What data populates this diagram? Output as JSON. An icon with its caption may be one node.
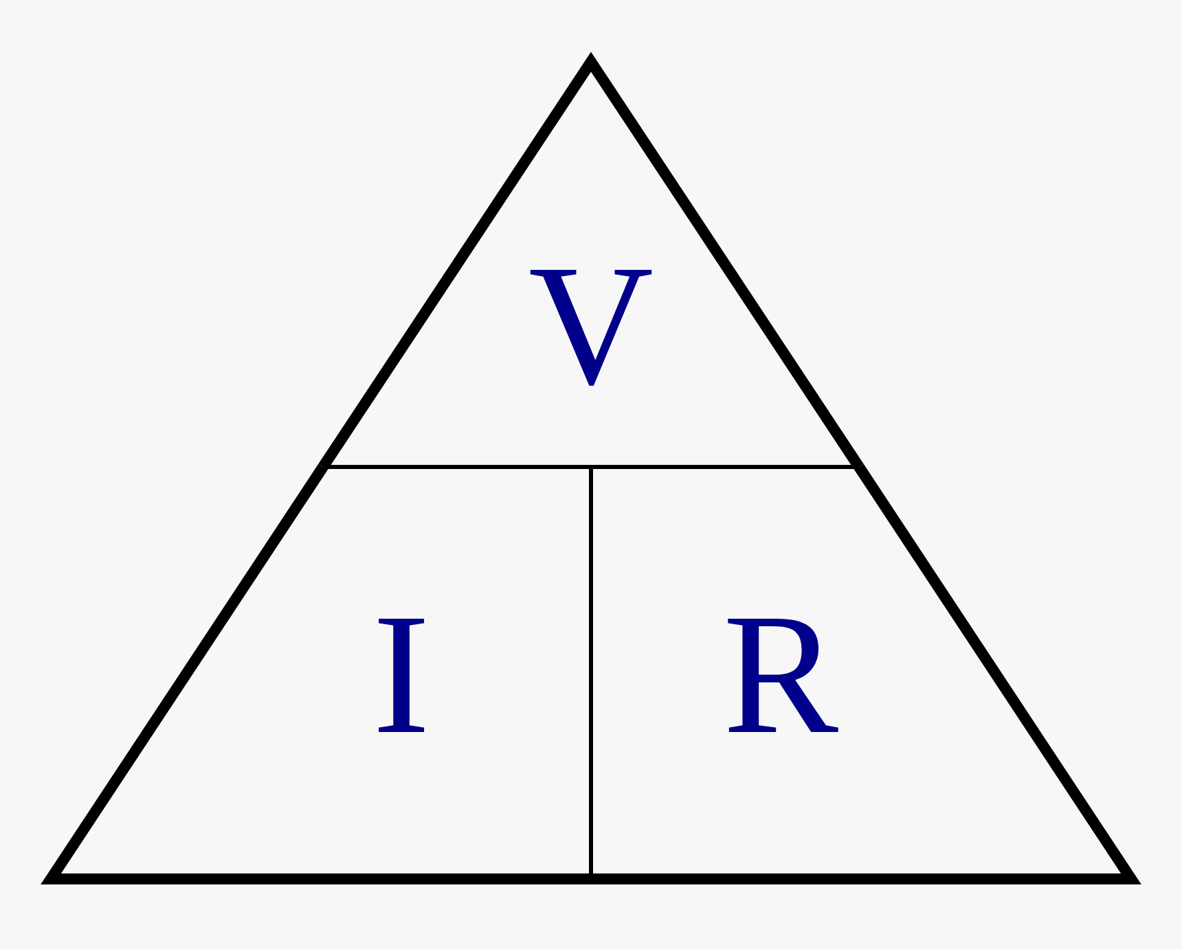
{
  "diagram": {
    "nodes": [
      {
        "text": [
          "V"
        ]
      },
      {
        "text": [
          "I"
        ]
      },
      {
        "text": [
          "R"
        ]
      }
    ]
  }
}
